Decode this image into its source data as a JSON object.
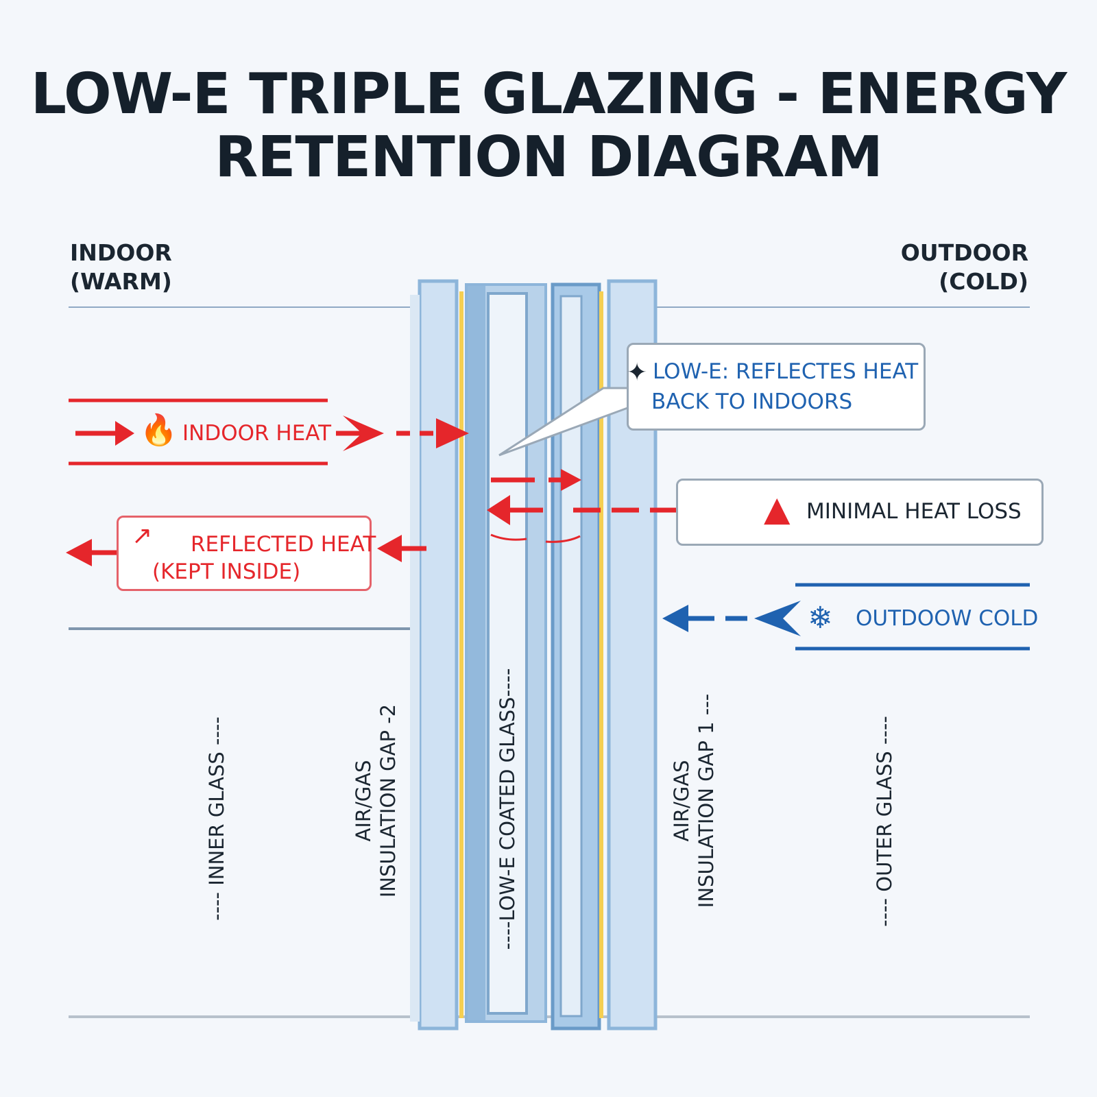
{
  "title": {
    "line1": "LOW-E TRIPLE GLAZING - ENERGY",
    "line2": "RETENTION DIAGRAM"
  },
  "indoor": {
    "line1": "INDOOR",
    "line2": "(WARM)"
  },
  "outdoor": {
    "line1": "OUTDOOR",
    "line2": "(COLD)"
  },
  "callouts": {
    "indoor_heat": "INDOOR HEAT",
    "reflected_heat_line1": "REFLECTED HEAT",
    "reflected_heat_line2": "(KEPT INSIDE)",
    "low_e_line1": "LOW-E: REFLECTES HEAT",
    "low_e_line2": "BACK TO INDOORS",
    "minimal_heat_loss": "MINIMAL HEAT LOSS",
    "outdoor_cold": "OUTDOOW COLD"
  },
  "layers": {
    "inner_glass": "---- INNER GLASS ----",
    "gap2_line1": "AIR/GAS",
    "gap2_line2": "INSULATION GAP -2",
    "low_e_glass": "----LOW-E COATED GLASS----",
    "gap1_line1": "AIR/GAS",
    "gap1_line2": "INSULATION GAP 1 ---",
    "outer_glass": "---- OUTER GLASS ----"
  },
  "icons": {
    "fire": "fire-icon",
    "sparkle": "sparkle-icon",
    "up_arrow": "up-arrow-icon",
    "snowflake": "snowflake-icon",
    "reflect": "reflect-arrow-icon"
  },
  "colors": {
    "heat": "#e5262b",
    "cold": "#1f62b0",
    "glass": "#a8c8e6",
    "coating": "#f5cf52"
  }
}
